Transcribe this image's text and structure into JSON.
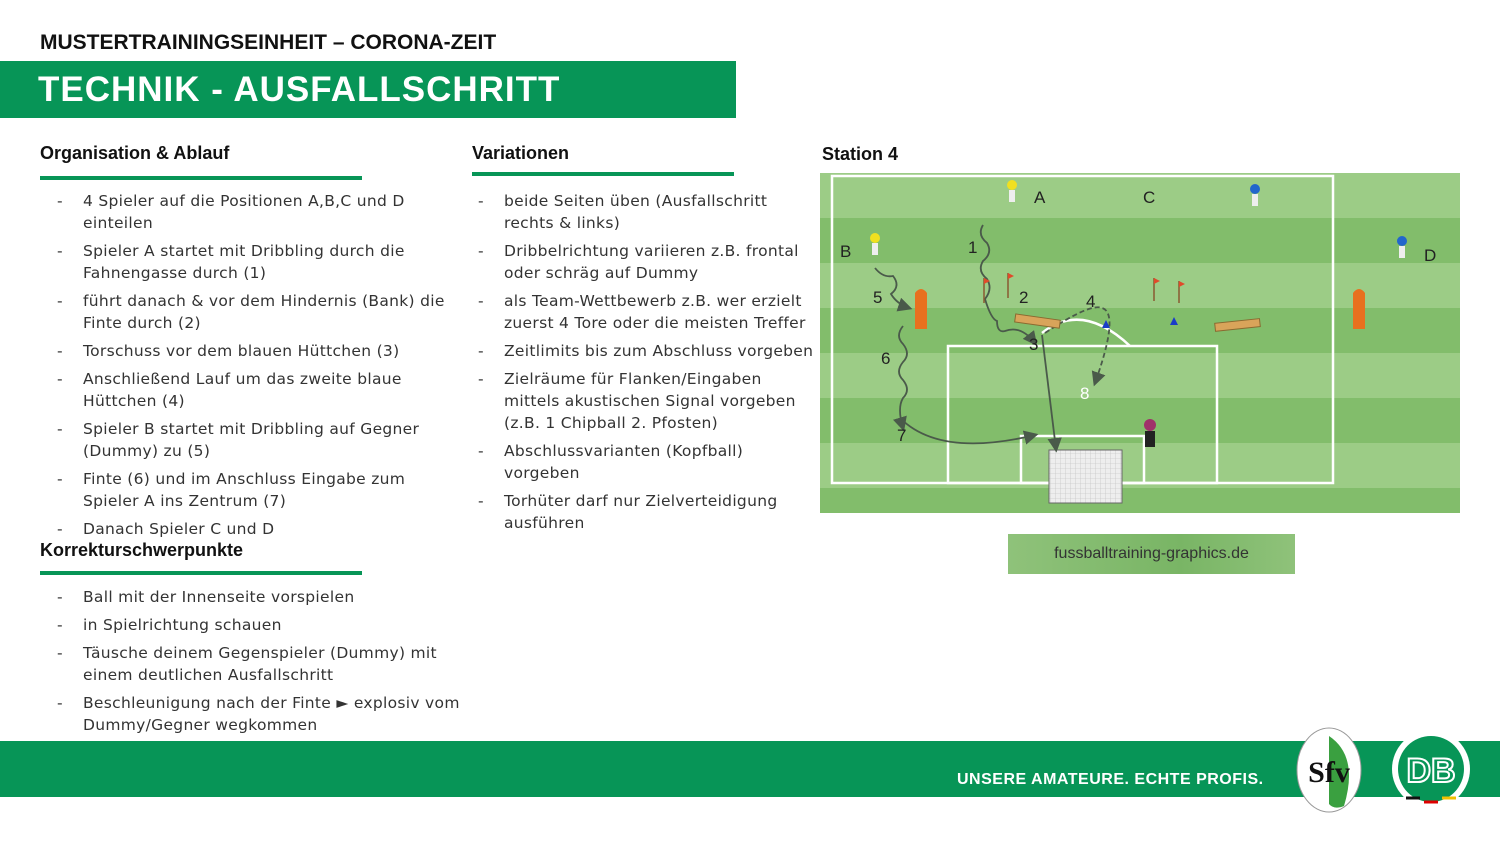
{
  "header": {
    "kicker": "MUSTERTRAININGSEINHEIT – CORONA-ZEIT",
    "title": "TECHNIK - AUSFALLSCHRITT"
  },
  "organisation": {
    "heading": "Organisation & Ablauf",
    "items": [
      "4 Spieler auf die Positionen A,B,C und D einteilen",
      "Spieler A startet mit Dribbling durch die Fahnengasse durch (1)",
      "führt danach & vor dem Hindernis (Bank) die Finte durch (2)",
      "Torschuss vor dem blauen Hüttchen (3)",
      "Anschließend Lauf um das zweite blaue Hüttchen (4)",
      "Spieler B startet mit Dribbling auf Gegner (Dummy) zu  (5)",
      "Finte (6) und im Anschluss Eingabe zum Spieler A ins Zentrum (7)",
      "Danach Spieler C und D"
    ]
  },
  "korrektur": {
    "heading": "Korrekturschwerpunkte",
    "items": [
      "Ball mit der Innenseite vorspielen",
      "in Spielrichtung schauen",
      "Täusche deinem Gegenspieler (Dummy) mit einem deutlichen Ausfallschritt",
      "Beschleunigung nach der Finte ► explosiv vom Dummy/Gegner wegkommen"
    ]
  },
  "variationen": {
    "heading": "Variationen",
    "items": [
      "beide Seiten üben (Ausfallschritt rechts & links)",
      "Dribbelrichtung variieren z.B. frontal oder schräg auf Dummy",
      "als Team-Wettbewerb z.B. wer erzielt zuerst 4 Tore oder die meisten Treffer",
      "Zeitlimits bis zum Abschluss vorgeben",
      "Zielräume für Flanken/Eingaben mittels akustischen Signal vorgeben (z.B. 1 Chipball 2. Pfosten)",
      "Abschlussvarianten (Kopfball) vorgeben",
      "Torhüter darf nur Zielverteidigung ausführen"
    ]
  },
  "station": {
    "heading": "Station 4",
    "labels": {
      "A": "A",
      "B": "B",
      "C": "C",
      "D": "D"
    },
    "steps": [
      "1",
      "2",
      "3",
      "4",
      "5",
      "6",
      "7",
      "8"
    ]
  },
  "credit": "fussballtraining-graphics.de",
  "footer": {
    "slogan": "UNSERE AMATEURE. ECHTE PROFIS.",
    "logo_left": "SFV",
    "logo_right": "DFB"
  },
  "colors": {
    "brand_green": "#079557"
  }
}
